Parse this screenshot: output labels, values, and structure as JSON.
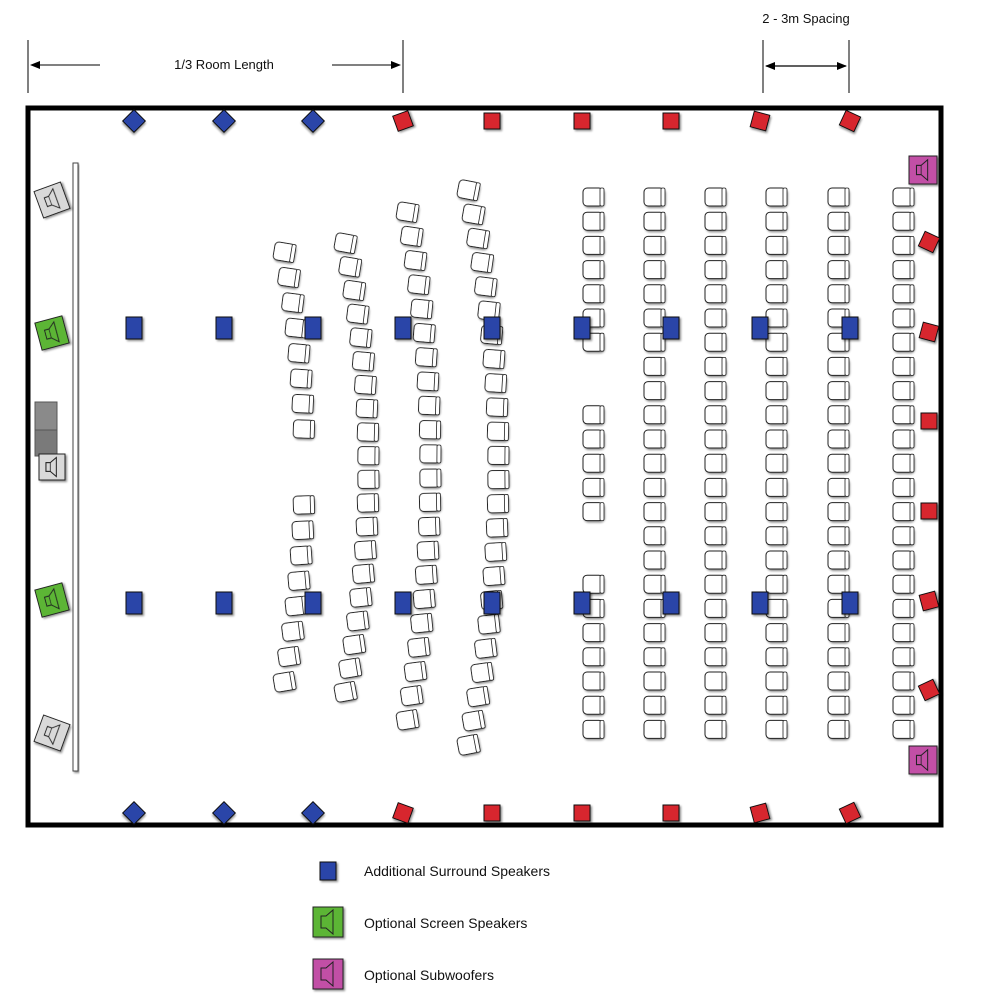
{
  "dimensions": {
    "room_length_label": "1/3 Room Length",
    "spacing_label": "2 - 3m Spacing"
  },
  "legend": [
    {
      "key": "surround",
      "label": "Additional Surround Speakers",
      "color": "#2b45a8"
    },
    {
      "key": "screen",
      "label": "Optional Screen Speakers",
      "color": "#5bb536"
    },
    {
      "key": "sub",
      "label": "Optional Subwoofers",
      "color": "#c24fa6"
    }
  ],
  "colors": {
    "surround_blue": "#2b45a8",
    "surround_red": "#d7262e",
    "screen_green": "#5bb536",
    "screen_gray": "#d9d9d9",
    "subwoofer_magenta": "#c24fa6",
    "wall": "#000000"
  }
}
